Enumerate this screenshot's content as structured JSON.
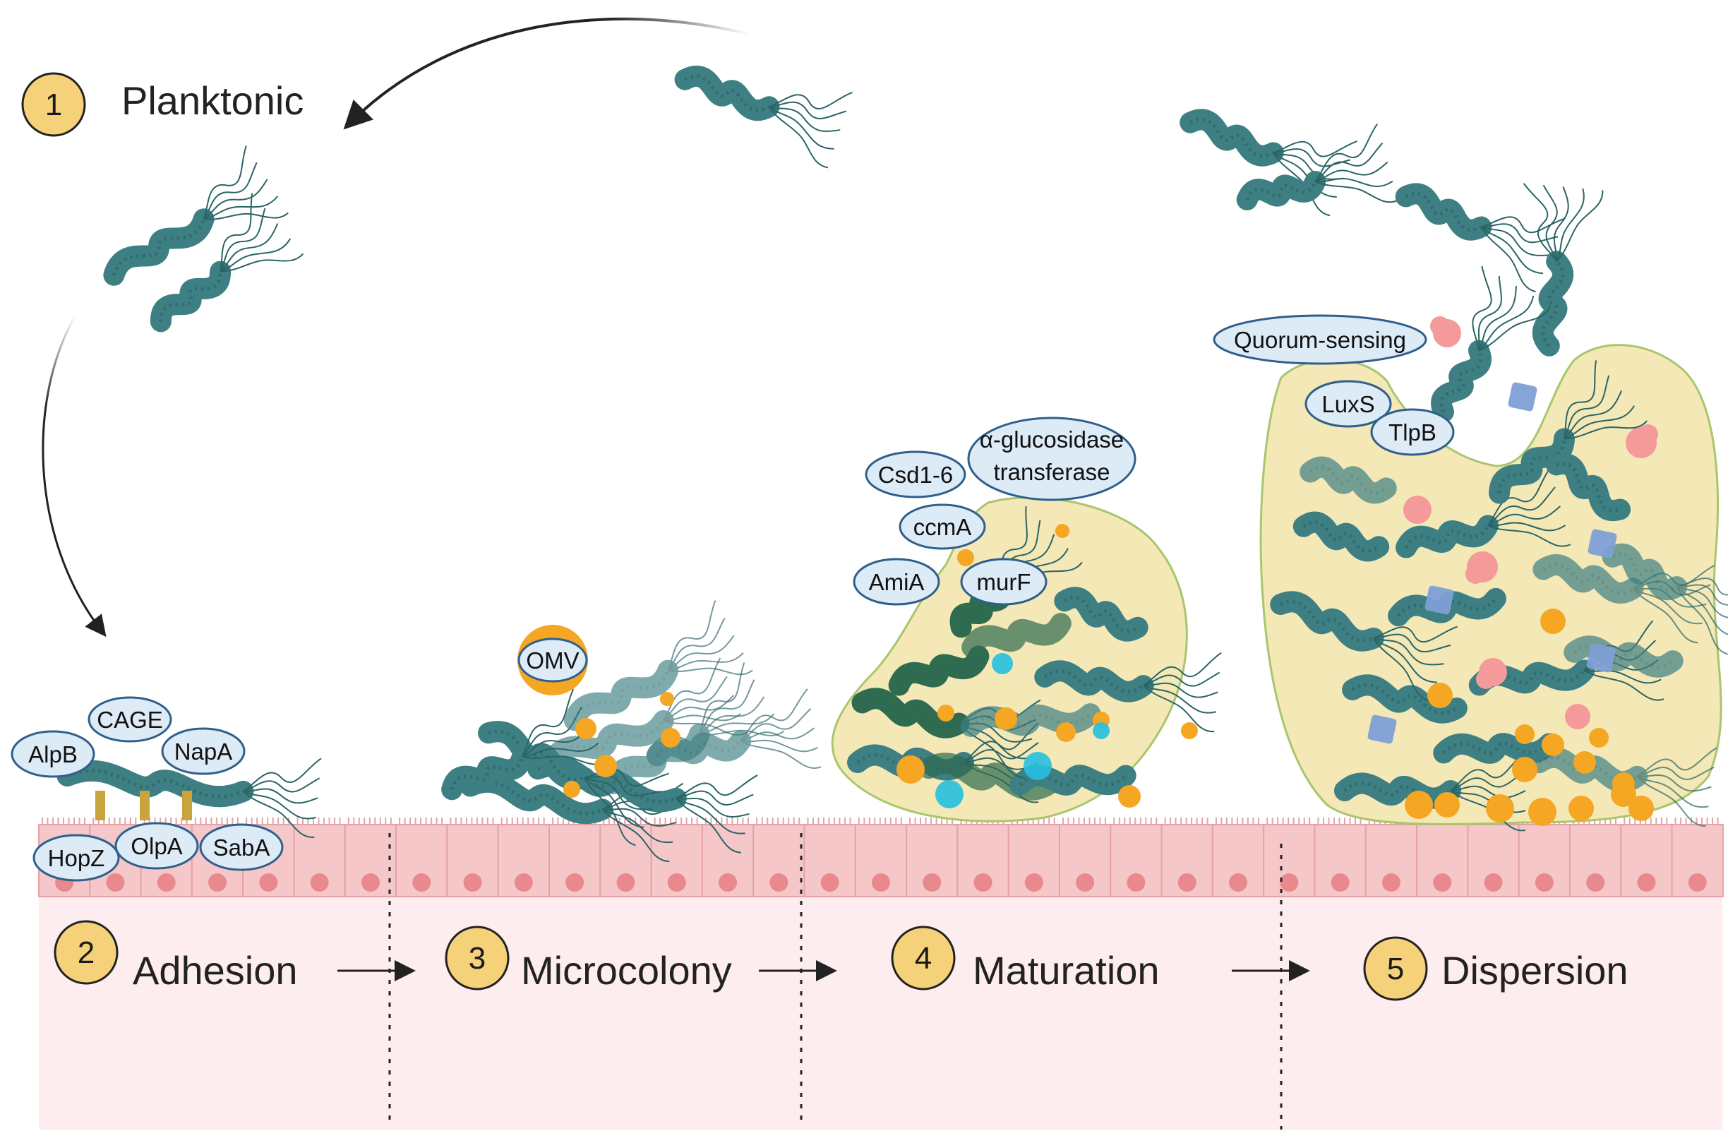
{
  "stages": [
    {
      "num": "1",
      "label": "Planktonic"
    },
    {
      "num": "2",
      "label": "Adhesion"
    },
    {
      "num": "3",
      "label": "Microcolony"
    },
    {
      "num": "4",
      "label": "Maturation"
    },
    {
      "num": "5",
      "label": "Dispersion"
    }
  ],
  "adhesion_factors": [
    "AlpB",
    "CAGE",
    "NapA",
    "HopZ",
    "OlpA",
    "SabA"
  ],
  "microcolony_factors": [
    "OMV"
  ],
  "maturation_factors": [
    "Csd1-6",
    "α-glucosidase",
    "transferase",
    "ccmA",
    "AmiA",
    "murF"
  ],
  "dispersion_factors": [
    "Quorum-sensing",
    "LuxS",
    "TlpB"
  ],
  "colors": {
    "badge_fill": "#F5D27A",
    "pill_fill": "#DDEBF7",
    "pill_stroke": "#2F5F8A",
    "bacterium": "#3D7F82",
    "bacterium_dark": "#2A6466",
    "matrix": "#F3E8B6",
    "matrix_stroke": "#A8C66C",
    "epithelium": "#F6C7C9",
    "epithelium_base": "#FDEDEE",
    "nucleus": "#E8898D",
    "orange_dot": "#F5A623",
    "cyan_dot": "#25C0E0",
    "pink_signal": "#F49A9A",
    "blue_square": "#7E9FD6"
  }
}
